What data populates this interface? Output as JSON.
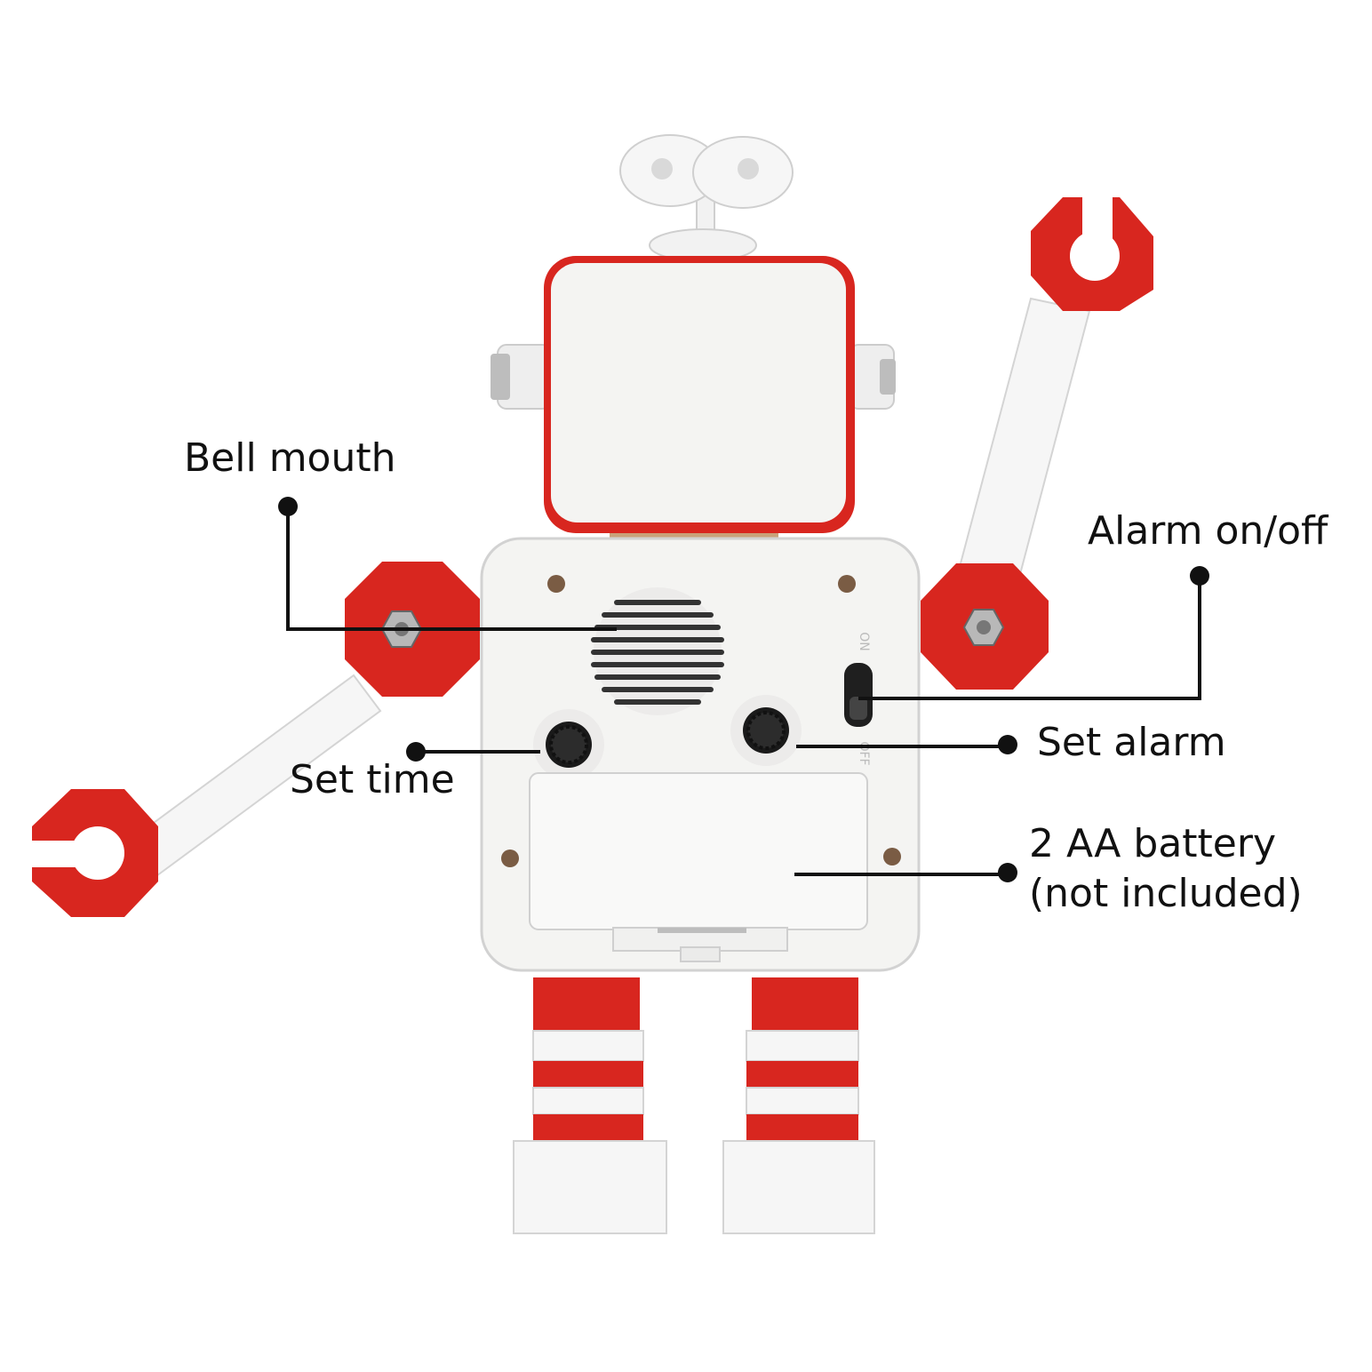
{
  "callouts": {
    "bell_mouth": "Bell mouth",
    "alarm_on_off": "Alarm on/off",
    "set_time": "Set time",
    "set_alarm": "Set alarm",
    "battery_line1": "2 AA battery",
    "battery_line2": "(not included)"
  },
  "switch_marks": {
    "on": "ON",
    "off": "OFF"
  },
  "colors": {
    "robot_red": "#d8261f",
    "robot_white": "#f4f4f2",
    "leader_line": "#111111"
  }
}
